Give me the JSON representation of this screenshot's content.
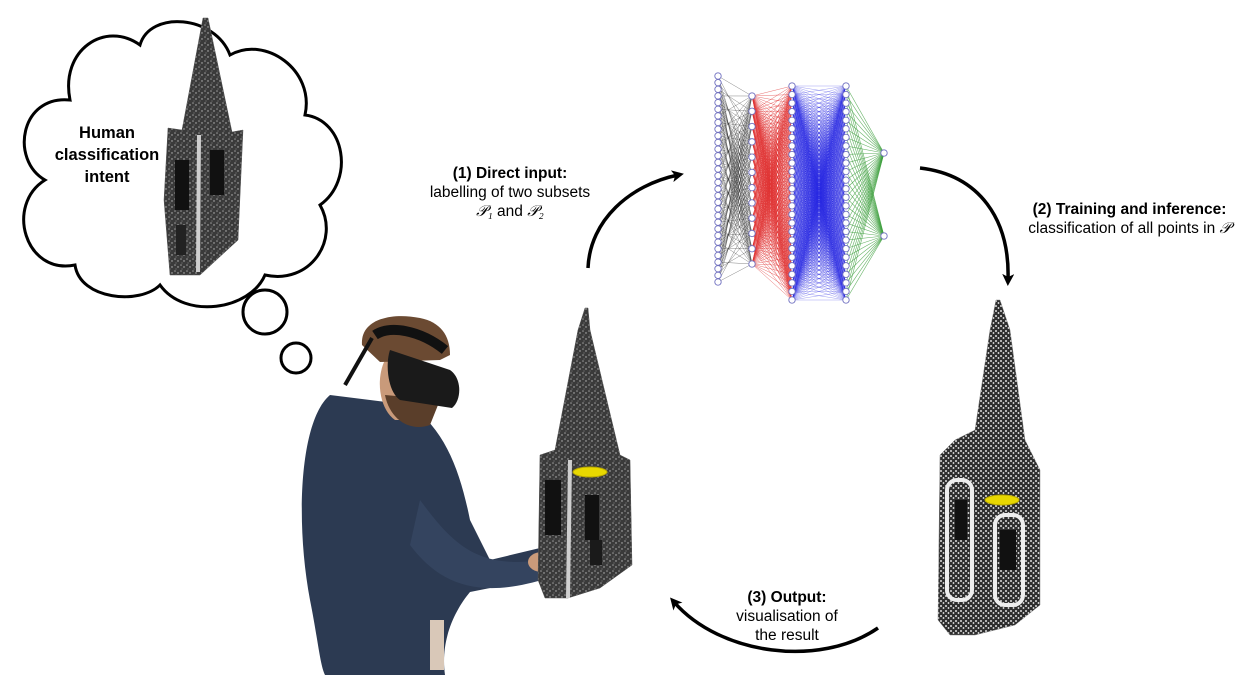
{
  "thought": {
    "text_line1": "Human",
    "text_line2": "classification",
    "text_line3": "intent"
  },
  "step1": {
    "title": "(1) Direct input:",
    "line1": "labelling of two subsets",
    "p1": "𝒫₁",
    "and": " and ",
    "p2": "𝒫₂"
  },
  "step2": {
    "title": "(2) Training and inference:",
    "line1": "classification of all points in ",
    "p": "𝒫"
  },
  "step3": {
    "title": "(3) Output:",
    "line1": "visualisation of",
    "line2": "the result"
  },
  "colors": {
    "arrow": "#000000",
    "nn_input_edges": "#333333",
    "nn_red_edges": "#e03030",
    "nn_blue_edges": "#2020e0",
    "nn_green_edges": "#40a040",
    "nn_node_fill": "#ffffff",
    "nn_node_stroke": "#7070c0",
    "pointcloud_dark": "#2a2a2a",
    "pointcloud_light": "#dcdcdc",
    "selection_yellow": "#e8d800",
    "hoodie": "#2c3a52",
    "headset": "#1a1a1a",
    "skin": "#c99a7a",
    "hair": "#6b4a32"
  }
}
